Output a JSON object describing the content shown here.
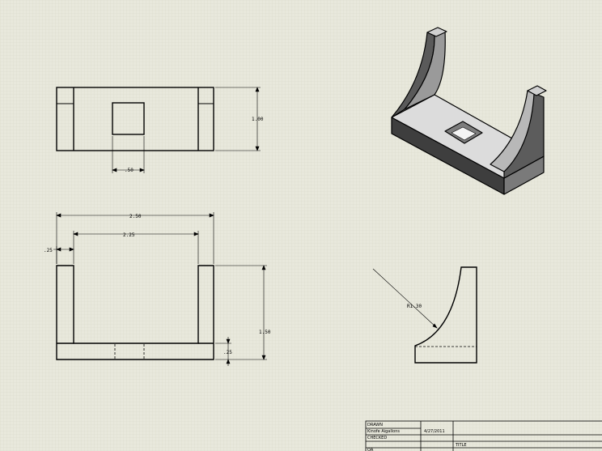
{
  "colors": {
    "background": "#e8e8dc",
    "grid": "#d9d9c9",
    "line": "#000000",
    "shade_dark": "#4a4a4a",
    "shade_mid": "#8a8a8a",
    "shade_light": "#d8d8d8"
  },
  "dimensions": {
    "top_height": "1.00",
    "hole_width": ".50",
    "overall_width": "2.50",
    "inner_width": "2.25",
    "wall_thickness": ".25",
    "overall_height": "1.50",
    "base_thickness": ".25",
    "fillet_radius": "R1.30"
  },
  "title_block": {
    "drawn_label": "DRAWN",
    "drawn_name": "Kinofe Aigallons",
    "drawn_date": "4/27/2011",
    "checked_label": "CHECKED",
    "qa_label": "QA",
    "title_label": "TITLE"
  }
}
